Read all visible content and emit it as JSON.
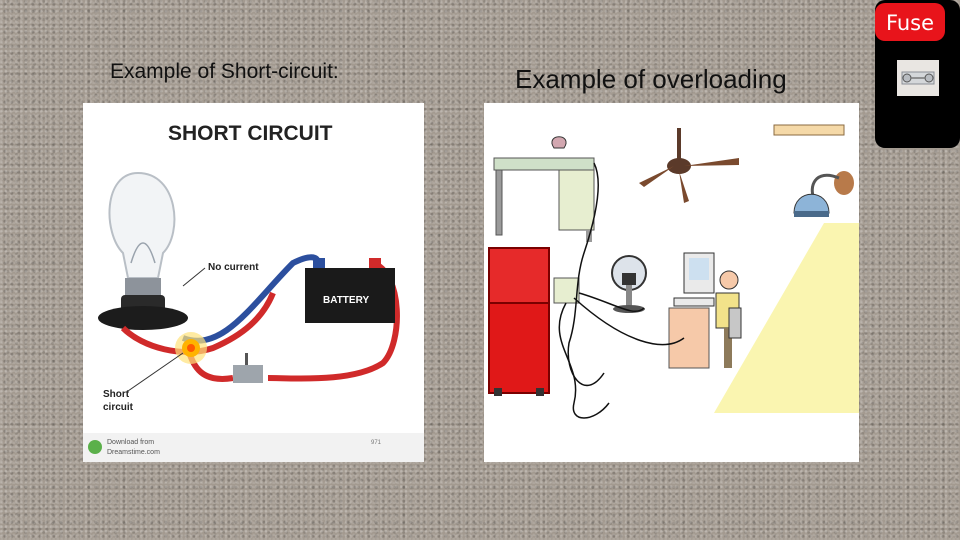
{
  "slide": {
    "left_caption": "Example of Short-circuit:",
    "right_caption": "Example of overloading",
    "fuse_label": "Fuse"
  },
  "short_circuit_image": {
    "title": "SHORT CIRCUIT",
    "no_current_label": "No current",
    "battery_label": "BATTERY",
    "short_circuit_label_line1": "Short",
    "short_circuit_label_line2": "circuit",
    "footer_line1": "Download from",
    "footer_line2": "Dreamstime.com",
    "footer_id": "971"
  },
  "colors": {
    "background": "#a39a90",
    "fuse_red": "#e8141b",
    "wire_red": "#d02a2a",
    "wire_blue": "#2c4f9e",
    "fridge_red": "#e01818",
    "lamp_light": "#faf5b0"
  }
}
